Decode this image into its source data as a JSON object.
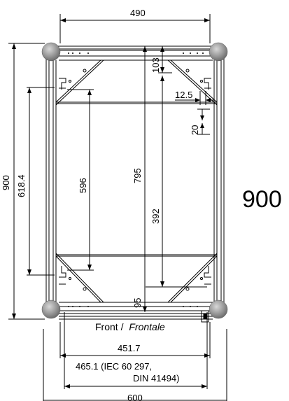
{
  "drawing": {
    "dim_top_width": "490",
    "dim_left_outer": "900",
    "dim_left_inner": "618.4",
    "dim_center_596": "596",
    "dim_center_795": "795",
    "dim_top_103": "103",
    "dim_right_12_5": "12.5",
    "dim_right_20": "20",
    "dim_center_392": "392",
    "dim_bottom_95": "95",
    "caption_front": "Front /",
    "caption_frontale": "Frontale",
    "dim_451_7": "451.7",
    "dim_465_1_line1": "465.1 (IEC 60 297,",
    "dim_465_1_line2": "DIN 41494)",
    "dim_600": "600",
    "big_label": "900"
  },
  "colors": {
    "line": "#000000",
    "caster": "#9a9a9a",
    "caster_dark": "#6e6e6e",
    "background": "#ffffff"
  }
}
